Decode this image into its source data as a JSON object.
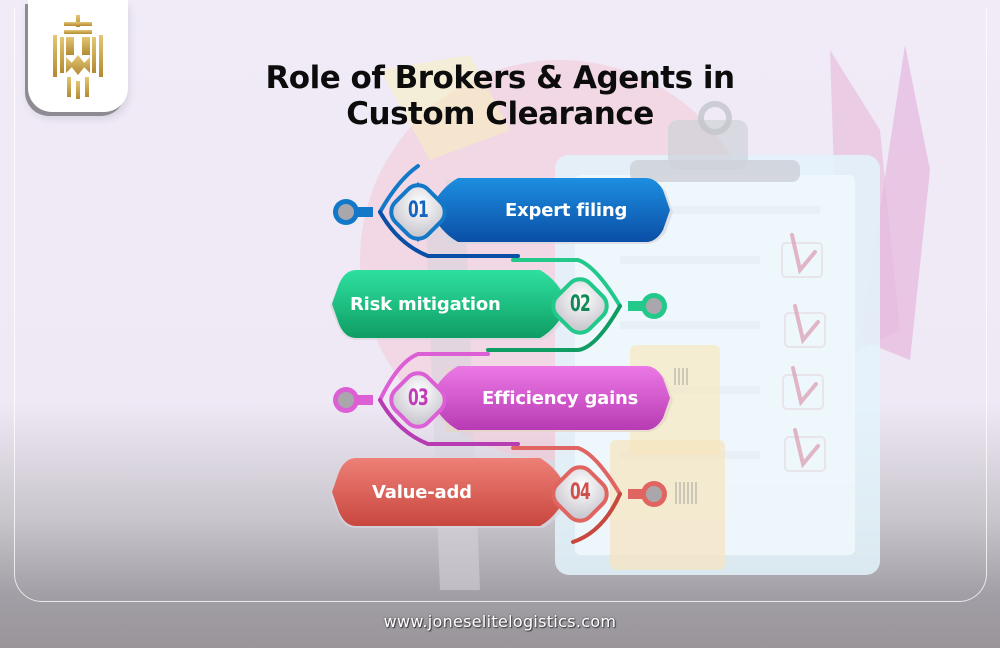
{
  "brand": {
    "logo_icon": "crowned-shield-logo-icon",
    "logo_color": "#c9a24a"
  },
  "title": {
    "line1": "Role of Brokers & Agents in",
    "line2": "Custom Clearance"
  },
  "steps": [
    {
      "number": "01",
      "label": "Expert filing",
      "color": "#1478c8",
      "color_dark": "#0a4fa6",
      "side": "right"
    },
    {
      "number": "02",
      "label": "Risk mitigation",
      "color": "#22c98a",
      "color_dark": "#0f9d63",
      "side": "left"
    },
    {
      "number": "03",
      "label": "Efficiency gains",
      "color": "#dd5fd6",
      "color_dark": "#b73bb3",
      "side": "right"
    },
    {
      "number": "04",
      "label": "Value-add",
      "color": "#e06560",
      "color_dark": "#c8473f",
      "side": "left"
    }
  ],
  "background": {
    "illustration": "clipboard-checklist-with-packages-and-plane",
    "checkmark_icons": 4
  },
  "footer": {
    "website": "www.joneselitelogistics.com"
  }
}
